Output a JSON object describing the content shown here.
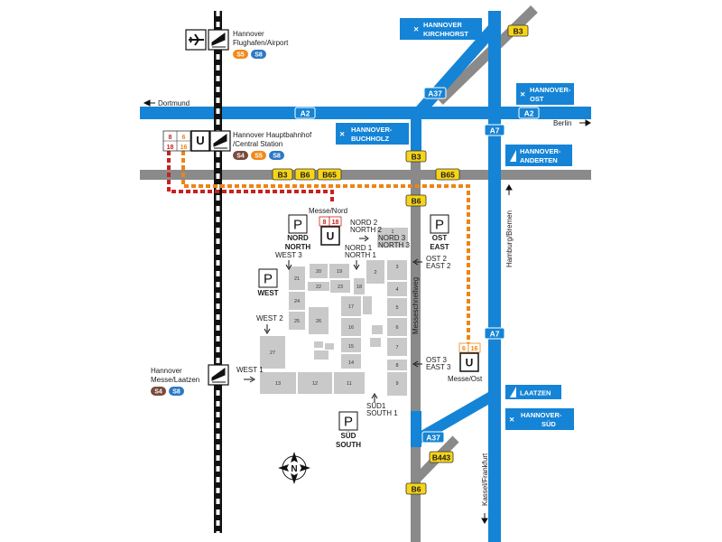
{
  "colors": {
    "motorway": "#1584d6",
    "road": "#8a8a8a",
    "hall": "#c9c9c9",
    "tram_red": "#c8211e",
    "tram_orange": "#ee8414",
    "rail": "#111111",
    "badge_yellow": "#f7d417",
    "badge_s5": "#f08a1c",
    "badge_s8": "#2d79c4",
    "badge_s4": "#7a4a3a"
  },
  "icons": [
    "plane-icon",
    "train-icon",
    "u-bahn-icon",
    "parking-icon",
    "compass-icon",
    "motorway-junction-icon",
    "arrow-icon"
  ],
  "top_labels": {
    "dortmund": "Dortmund",
    "berlin": "Berlin",
    "airport_1": "Hannover",
    "airport_2": "Flughafen/Airport",
    "central_1": "Hannover Hauptbahnhof",
    "central_2": "/Central Station",
    "messe_laatzen_1": "Hannover",
    "messe_laatzen_2": "Messe/Laatzen",
    "hamburg": "Hamburg/Bremen",
    "kassel": "Kassel/Frankfurt",
    "messeschnellweg": "Messeschnellweg",
    "messe_nord": "Messe/Nord",
    "messe_ost": "Messe/Ost"
  },
  "lines": {
    "s5": "S5",
    "s8": "S8",
    "s4": "S4",
    "tram8": "8",
    "tram18": "18",
    "tram6": "6",
    "tram16": "16"
  },
  "signs": {
    "kirchhorst_1": "HANNOVER",
    "kirchhorst_2": "KIRCHHORST",
    "ost_1": "HANNOVER-",
    "ost_2": "OST",
    "buchholz_1": "HANNOVER-",
    "buchholz_2": "BUCHHOLZ",
    "anderten_1": "HANNOVER-",
    "anderten_2": "ANDERTEN",
    "laatzen": "LAATZEN",
    "sued_1": "HANNOVER-",
    "sued_2": "SÜD"
  },
  "roads": {
    "a2": "A2",
    "a37": "A37",
    "a7": "A7",
    "b3": "B3",
    "b6": "B6",
    "b65": "B65",
    "b443": "B443"
  },
  "parking": {
    "letter": "P",
    "nord_1": "NORD",
    "nord_2": "NORTH",
    "ost_1": "OST",
    "ost_2": "EAST",
    "west": "WEST",
    "sued_1": "SÜD",
    "sued_2": "SOUTH"
  },
  "entrances": {
    "nord2_1": "NORD 2",
    "nord2_2": "NORTH 2",
    "nord1_1": "NORD 1",
    "nord1_2": "NORTH 1",
    "nord3_1": "NORD 3",
    "nord3_2": "NORTH 3",
    "west3": "WEST 3",
    "west2": "WEST 2",
    "west1": "WEST 1",
    "ost2_1": "OST 2",
    "ost2_2": "EAST 2",
    "ost3_1": "OST 3",
    "ost3_2": "EAST 3",
    "sued1_1": "SÜD1",
    "sued1_2": "SOUTH 1"
  },
  "compass": {
    "north": "N"
  },
  "halls": {
    "h1": "1",
    "h2": "2",
    "h3": "3",
    "h4": "4",
    "h5": "5",
    "h6": "6",
    "h7": "7",
    "h8": "8",
    "h9": "9",
    "h11": "11",
    "h12": "12",
    "h13": "13",
    "h14": "14",
    "h15": "15",
    "h16": "16",
    "h17": "17",
    "h18": "18",
    "h19": "19",
    "h20": "20",
    "h21": "21",
    "h22": "22",
    "h23": "23",
    "h24": "24",
    "h25": "25",
    "h26": "26",
    "h27": "27"
  }
}
